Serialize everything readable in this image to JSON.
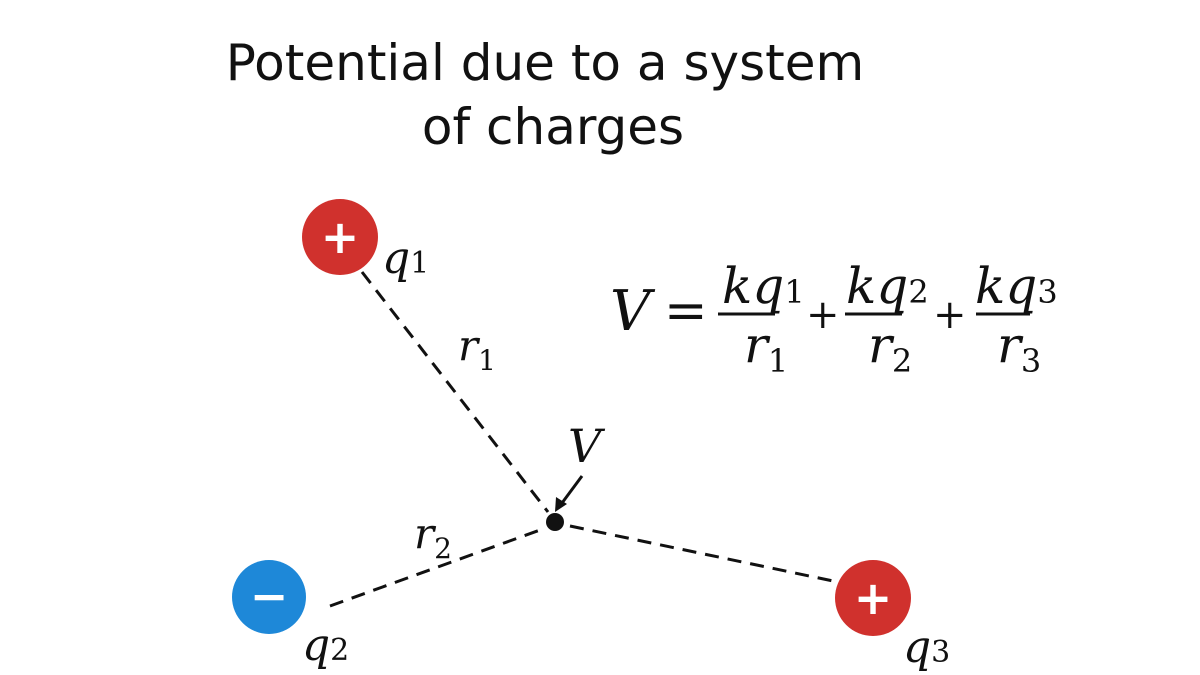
{
  "title": {
    "line1": "Potential due to a system",
    "line2": "of charges"
  },
  "charges": [
    {
      "id": "q1",
      "sign": "+",
      "label": "q",
      "sub": "1",
      "color": "#d0312d"
    },
    {
      "id": "q2",
      "sign": "−",
      "label": "q",
      "sub": "2",
      "color": "#1e88d8"
    },
    {
      "id": "q3",
      "sign": "+",
      "label": "q",
      "sub": "3",
      "color": "#d0312d"
    }
  ],
  "distances": [
    {
      "label": "r",
      "sub": "1"
    },
    {
      "label": "r",
      "sub": "2"
    }
  ],
  "point": {
    "label": "V"
  },
  "formula": {
    "lhs": "V",
    "eq": "=",
    "plus": "+",
    "terms": [
      {
        "num": "kq",
        "num_sub": "1",
        "den": "r",
        "den_sub": "1"
      },
      {
        "num": "kq",
        "num_sub": "2",
        "den": "r",
        "den_sub": "2"
      },
      {
        "num": "kq",
        "num_sub": "3",
        "den": "r",
        "den_sub": "3"
      }
    ]
  }
}
